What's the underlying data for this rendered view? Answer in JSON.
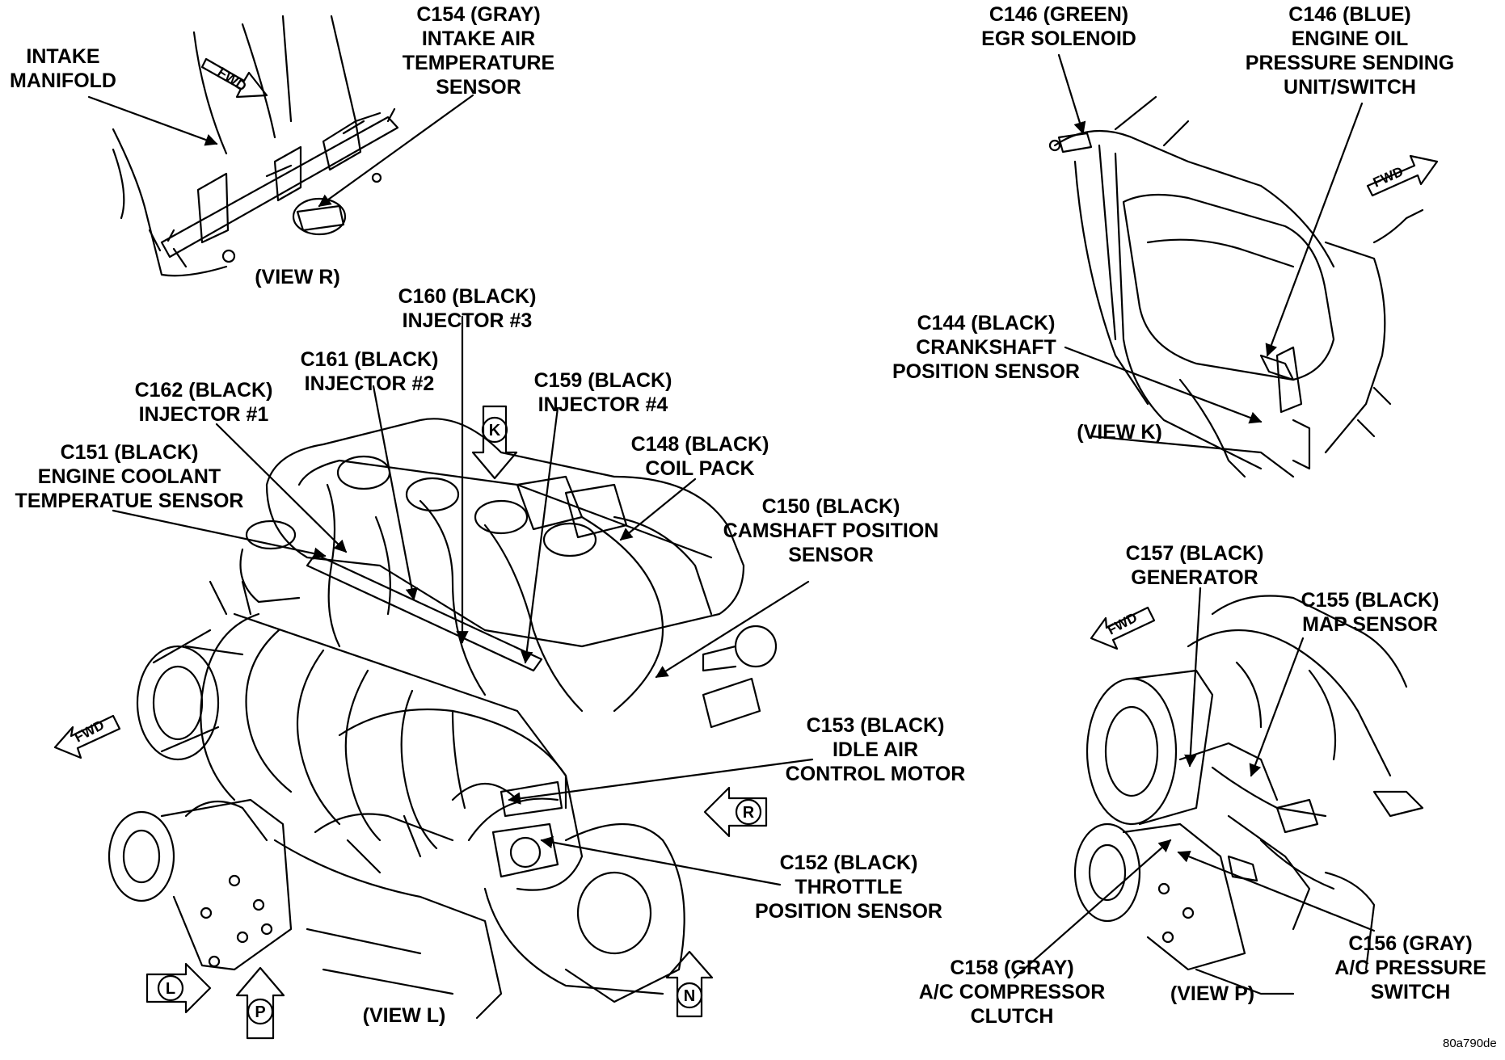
{
  "view_r": {
    "intake_manifold": [
      "INTAKE",
      "MANIFOLD"
    ],
    "c154": [
      "C154 (GRAY)",
      "INTAKE AIR",
      "TEMPERATURE",
      "SENSOR"
    ],
    "view_label": "(VIEW R)"
  },
  "view_l": {
    "c160": [
      "C160 (BLACK)",
      "INJECTOR #3"
    ],
    "c161": [
      "C161 (BLACK)",
      "INJECTOR #2"
    ],
    "c162": [
      "C162 (BLACK)",
      "INJECTOR #1"
    ],
    "c159": [
      "C159 (BLACK)",
      "INJECTOR #4"
    ],
    "c148": [
      "C148 (BLACK)",
      "COIL PACK"
    ],
    "c151": [
      "C151 (BLACK)",
      "ENGINE COOLANT",
      "TEMPERATUE SENSOR"
    ],
    "c150": [
      "C150 (BLACK)",
      "CAMSHAFT POSITION",
      "SENSOR"
    ],
    "c153": [
      "C153 (BLACK)",
      "IDLE AIR",
      "CONTROL MOTOR"
    ],
    "c152": [
      "C152 (BLACK)",
      "THROTTLE",
      "POSITION SENSOR"
    ],
    "view_label": "(VIEW L)"
  },
  "view_k": {
    "c146_green": [
      "C146 (GREEN)",
      "EGR SOLENOID"
    ],
    "c146_blue": [
      "C146 (BLUE)",
      "ENGINE OIL",
      "PRESSURE SENDING",
      "UNIT/SWITCH"
    ],
    "c144": [
      "C144 (BLACK)",
      "CRANKSHAFT",
      "POSITION SENSOR"
    ],
    "view_label": "(VIEW K)"
  },
  "view_p": {
    "c157": [
      "C157 (BLACK)",
      "GENERATOR"
    ],
    "c155": [
      "C155 (BLACK)",
      "MAP SENSOR"
    ],
    "c156": [
      "C156 (GRAY)",
      "A/C PRESSURE",
      "SWITCH"
    ],
    "c158": [
      "C158 (GRAY)",
      "A/C COMPRESSOR",
      "CLUTCH"
    ],
    "view_label": "(VIEW P)"
  },
  "fwd_text": "FWD",
  "view_markers": {
    "k": "K",
    "r": "R",
    "l": "L",
    "p": "P",
    "n": "N"
  },
  "reference_code": "80a790de"
}
